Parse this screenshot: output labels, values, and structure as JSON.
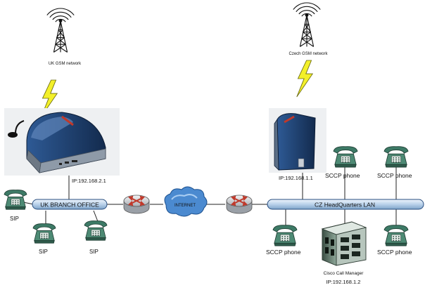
{
  "labels": {
    "uk_gsm": "UK GSM network",
    "cz_gsm": "Czech GSM network",
    "uk_gateway_ip": "IP:192.168.2.1",
    "cz_gateway_ip": "IP:192.168.1.1",
    "uk_lan": "UK BRANCH OFFICE",
    "cz_lan": "CZ HeadQuarters LAN",
    "internet": "INTERNET",
    "sip_1": "SIP",
    "sip_2": "SIP",
    "sip_3": "SIP",
    "sccp_1": "SCCP phone",
    "sccp_2": "SCCP phone",
    "sccp_3": "SCCP phone",
    "sccp_4": "SCCP phone",
    "call_manager": "Cisco Call Manager",
    "call_manager_ip": "IP:192.168.1.2"
  },
  "colors": {
    "lan_bar": "#c9dcef",
    "lan_border": "#2a4f80",
    "lightning": "#f3f02a",
    "gateway": "#1e3f6e",
    "router": "#d5d8dc",
    "router_arrow": "#c0392b",
    "phone": "#3d7a66",
    "cloud": "#4b8ad0"
  },
  "icons": {
    "tower": "radio-tower-icon",
    "lightning": "lightning-bolt-icon",
    "gateway": "gsm-gateway-icon",
    "router": "router-icon",
    "cloud": "internet-cloud-icon",
    "phone": "desk-phone-icon",
    "server": "server-icon"
  }
}
